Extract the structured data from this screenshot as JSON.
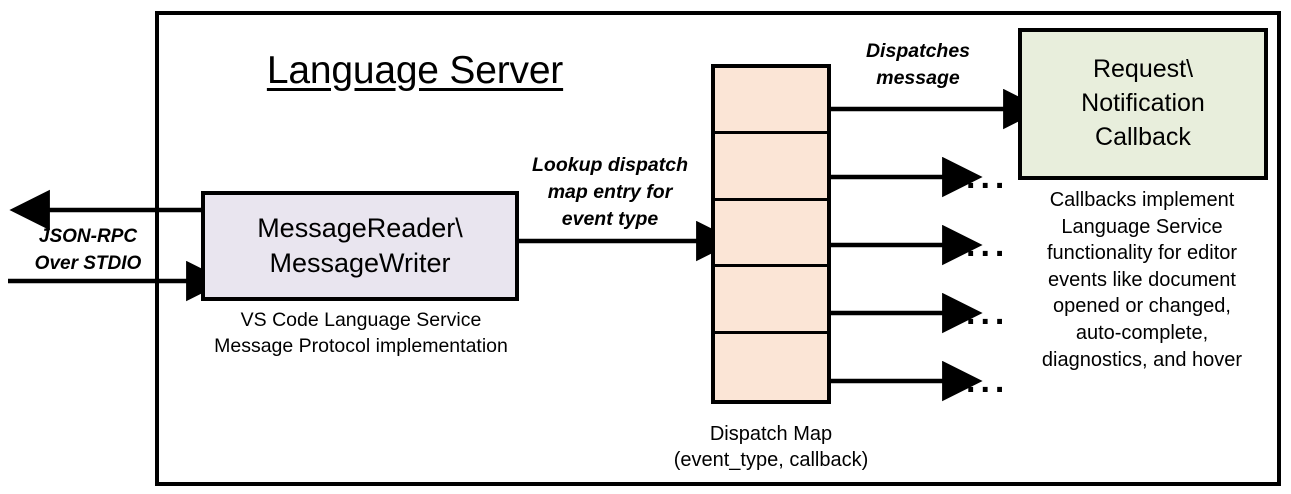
{
  "diagram": {
    "title": "Language Server",
    "frame_name": "Language Server boundary"
  },
  "colors": {
    "stroke": "#000000",
    "reader_box_fill": "#e9e5ef",
    "dispatch_map_fill": "#fbe5d6",
    "callback_box_fill": "#e8eedc",
    "background": "#ffffff"
  },
  "transport": {
    "label": "JSON-RPC\nOver STDIO",
    "inbound_arrow_name": "inbound-jsonrpc-arrow",
    "outbound_arrow_name": "outbound-jsonrpc-arrow"
  },
  "reader_writer": {
    "title": "MessageReader\\\nMessageWriter",
    "caption": "VS Code Language Service\nMessage Protocol implementation"
  },
  "lookup": {
    "label": "Lookup dispatch\nmap entry for\nevent type"
  },
  "dispatch_map": {
    "caption": "Dispatch Map\n(event_type, callback)",
    "row_count": 5,
    "rows": [
      {
        "index": 1,
        "has_entry_dot": true,
        "target": "Request\\Notification Callback",
        "ellipsis": ""
      },
      {
        "index": 2,
        "has_entry_dot": true,
        "target": "",
        "ellipsis": "..."
      },
      {
        "index": 3,
        "has_entry_dot": true,
        "target": "",
        "ellipsis": "..."
      },
      {
        "index": 4,
        "has_entry_dot": true,
        "target": "",
        "ellipsis": "..."
      },
      {
        "index": 5,
        "has_entry_dot": true,
        "target": "",
        "ellipsis": "..."
      }
    ]
  },
  "dispatch_edge": {
    "label": "Dispatches\nmessage"
  },
  "callback": {
    "title": "Request\\\nNotification\nCallback",
    "caption": "Callbacks implement\nLanguage Service\nfunctionality for editor\nevents like document\nopened or changed,\nauto-complete,\ndiagnostics, and hover"
  }
}
